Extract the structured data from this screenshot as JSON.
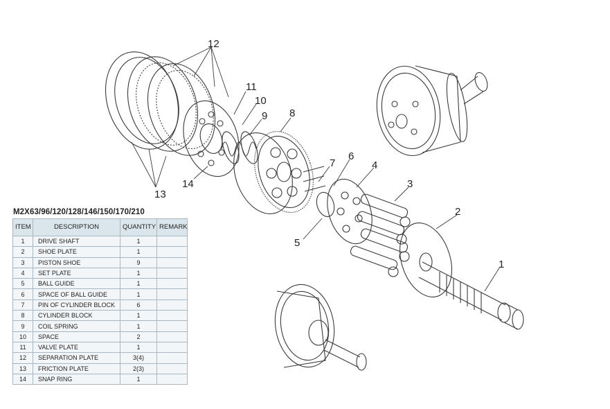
{
  "callouts": [
    "1",
    "2",
    "3",
    "4",
    "5",
    "6",
    "7",
    "8",
    "9",
    "10",
    "11",
    "12",
    "13",
    "14"
  ],
  "table": {
    "title": "M2X63/96/120/128/146/150/170/210",
    "headers": {
      "item": "ITEM",
      "description": "DESCRIPTION",
      "quantity": "QUANTITY",
      "remark": "REMARK"
    },
    "rows": [
      {
        "item": "1",
        "description": "DRIVE SHAFT",
        "quantity": "1",
        "remark": ""
      },
      {
        "item": "2",
        "description": "SHOE PLATE",
        "quantity": "1",
        "remark": ""
      },
      {
        "item": "3",
        "description": "PISTON SHOE",
        "quantity": "9",
        "remark": ""
      },
      {
        "item": "4",
        "description": "SET PLATE",
        "quantity": "1",
        "remark": ""
      },
      {
        "item": "5",
        "description": "BALL GUIDE",
        "quantity": "1",
        "remark": ""
      },
      {
        "item": "6",
        "description": "SPACE OF BALL GUIDE",
        "quantity": "1",
        "remark": ""
      },
      {
        "item": "7",
        "description": "PIN OF CYLINDER BLOCK",
        "quantity": "6",
        "remark": ""
      },
      {
        "item": "8",
        "description": "CYLINDER BLOCK",
        "quantity": "1",
        "remark": ""
      },
      {
        "item": "9",
        "description": "COIL SPRING",
        "quantity": "1",
        "remark": ""
      },
      {
        "item": "10",
        "description": "SPACE",
        "quantity": "2",
        "remark": ""
      },
      {
        "item": "11",
        "description": "VALVE PLATE",
        "quantity": "1",
        "remark": ""
      },
      {
        "item": "12",
        "description": "SEPARATION PLATE",
        "quantity": "3(4)",
        "remark": ""
      },
      {
        "item": "13",
        "description": "FRICTION PLATE",
        "quantity": "2(3)",
        "remark": ""
      },
      {
        "item": "14",
        "description": "SNAP RING",
        "quantity": "1",
        "remark": ""
      }
    ]
  },
  "colors": {
    "line": "#3a3a3a",
    "table_header": "#dbe6ec",
    "table_row": "#f3f6f8",
    "table_border": "#a9b6bf"
  }
}
